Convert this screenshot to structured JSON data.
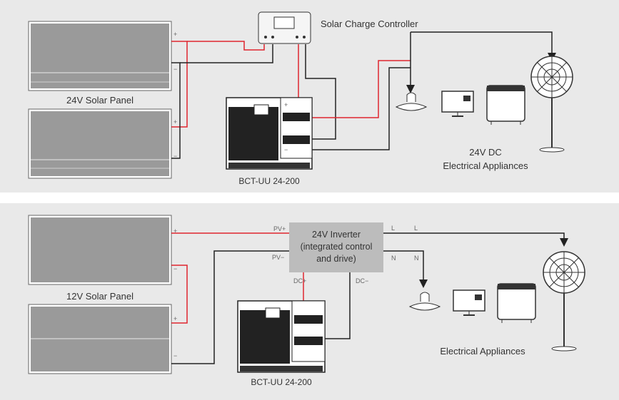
{
  "colors": {
    "wire_pos": "#e0262f",
    "wire_neg": "#222222",
    "panel_bg": "#e9e9e9",
    "cell": "#9a9a9a"
  },
  "top": {
    "panel_label": "24V Solar Panel",
    "controller_label": "Solar Charge Controller",
    "battery_label": "BCT-UU 24-200",
    "appliance_label_1": "24V DC",
    "appliance_label_2": "Electrical Appliances",
    "plus": "+",
    "minus": "−"
  },
  "bottom": {
    "panel_label": "12V Solar Panel",
    "inverter_line_1": "24V Inverter",
    "inverter_line_2": "(integrated control",
    "inverter_line_3": "and drive)",
    "pv_plus": "PV+",
    "pv_minus": "PV−",
    "dc_plus": "DC+",
    "dc_minus": "DC−",
    "l": "L",
    "n": "N",
    "battery_label": "BCT-UU 24-200",
    "appliance_label": "Electrical Appliances",
    "plus": "+",
    "minus": "−"
  },
  "icons": [
    "solar-panel-icon",
    "charge-controller-icon",
    "battery-icon",
    "lamp-icon",
    "tv-icon",
    "fridge-icon",
    "fan-icon",
    "inverter-icon"
  ]
}
